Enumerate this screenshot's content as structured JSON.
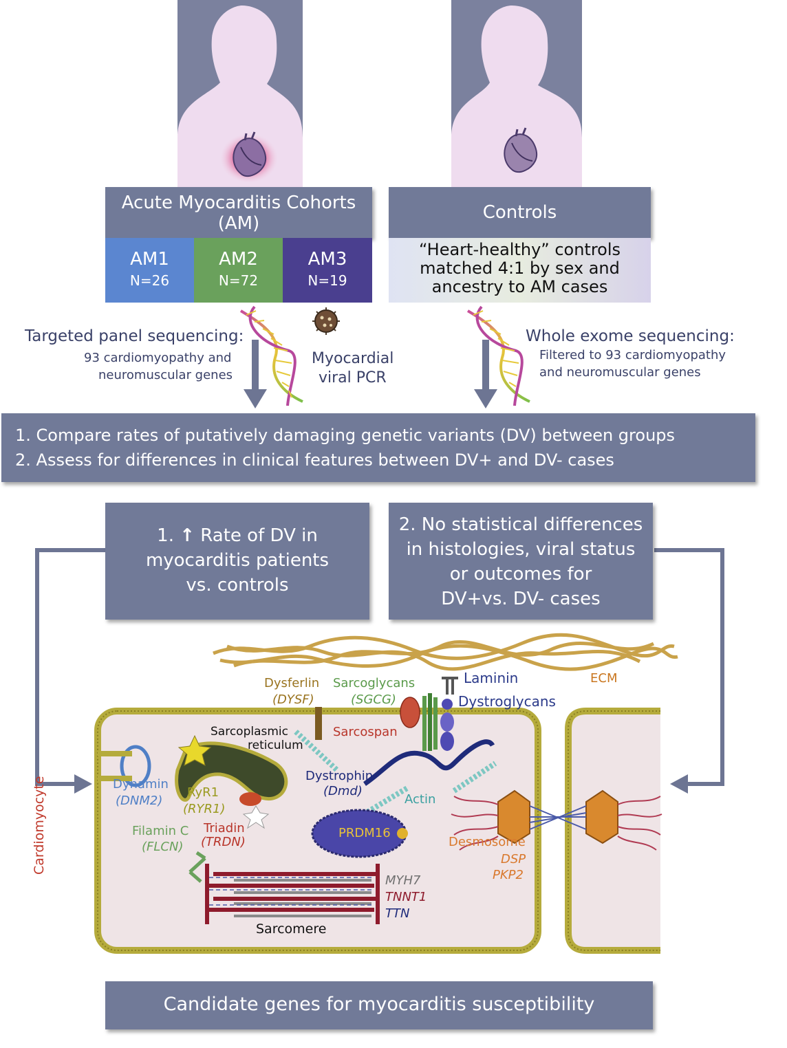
{
  "cohorts": {
    "title_line1": "Acute Myocarditis Cohorts",
    "title_line2": "(AM)",
    "groups": [
      {
        "name": "AM1",
        "n": "N=26",
        "color": "#5b86d0"
      },
      {
        "name": "AM2",
        "n": "N=72",
        "color": "#6aa15c"
      },
      {
        "name": "AM3",
        "n": "N=19",
        "color": "#4a3f8f"
      }
    ]
  },
  "controls": {
    "title": "Controls",
    "desc_line1": "“Heart-healthy” controls",
    "desc_line2": "matched 4:1 by sex and",
    "desc_line3": "ancestry to AM cases"
  },
  "methods": {
    "left_title": "Targeted panel sequencing:",
    "left_sub1": "93 cardiomyopathy and",
    "left_sub2": "neuromuscular genes",
    "viral_line1": "Myocardial",
    "viral_line2": "viral PCR",
    "right_title": "Whole exome sequencing:",
    "right_sub1": "Filtered to 93 cardiomyopathy",
    "right_sub2": "and neuromuscular genes"
  },
  "aims": {
    "line1": "1. Compare rates of putatively damaging genetic variants (DV) between groups",
    "line2": "2. Assess for differences in clinical features between DV+ and DV- cases"
  },
  "results": {
    "r1_prefix": "1.",
    "r1_line1": "Rate of DV in",
    "r1_line2": "myocarditis patients",
    "r1_line3": "vs. controls",
    "r2_line1": "2. No statistical differences",
    "r2_line2": "in histologies, viral status",
    "r2_line3": "or outcomes for",
    "r2_line4": "DV+vs. DV- cases"
  },
  "cell": {
    "ecm": "ECM",
    "laminin": "Laminin",
    "dystroglycans": "Dystroglycans",
    "dysferlin": "Dysferlin",
    "dysferlin_gene": "(DYSF)",
    "sarcoglycans": "Sarcoglycans",
    "sarcoglycans_gene": "(SGCG)",
    "sarcospan": "Sarcospan",
    "sr_line1": "Sarcoplasmic",
    "sr_line2": "reticulum",
    "dynamin": "Dynamin",
    "dynamin_gene": "(DNM2)",
    "ryr1": "RyR1",
    "ryr1_gene": "(RYR1)",
    "dystrophin": "Dystrophin",
    "dystrophin_gene": "(Dmd)",
    "actin": "Actin",
    "prdm16": "PRDM16",
    "filamin": "Filamin C",
    "filamin_gene": "(FLCN)",
    "triadin": "Triadin",
    "triadin_gene": "(TRDN)",
    "desmosome": "Desmosome",
    "dsp": "DSP",
    "pkp2": "PKP2",
    "myh7": "MYH7",
    "tnnt1": "TNNT1",
    "ttn": "TTN",
    "sarcomere": "Sarcomere",
    "cardiomyocyte": "Cardiomyocyte"
  },
  "conclusion": "Candidate genes for myocarditis susceptibility",
  "colors": {
    "box": "#717a98",
    "arrow": "#6d7593",
    "silhouette_bg": "#7b819e",
    "silhouette": "#efdcef",
    "membrane": "#b5ab3c",
    "cell_fill": "#efe4e6",
    "dark_red": "#8e1b2c",
    "navy": "#1f2b7a"
  }
}
